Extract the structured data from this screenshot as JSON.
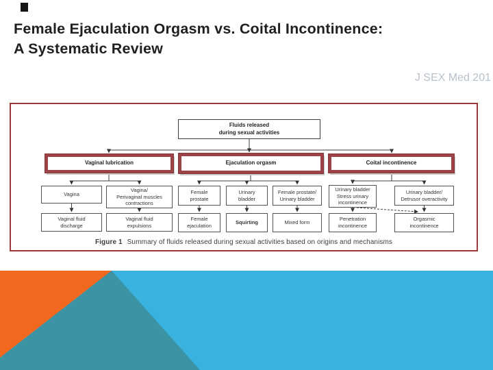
{
  "slide": {
    "title_line1": "Female Ejaculation Orgasm vs. Coital Incontinence:",
    "title_line2": "A Systematic Review",
    "citation": "J SEX Med 201"
  },
  "figure": {
    "caption_label": "Figure 1",
    "caption_text": "Summary of fluids released during sexual activities based on origins and mechanisms",
    "boxes": {
      "root": "Fluids released\nduring sexual activities",
      "cat_lubrication": "Vaginal lubrication",
      "cat_ejaculation": "Ejaculation orgasm",
      "cat_incontinence": "Coital incontinence",
      "vagina": "Vagina",
      "perivaginal": "Vagina/\nPerivaginal muscles\ncontractions",
      "female_prostate": "Female\nprostate",
      "urinary_bladder": "Urinary\nbladder",
      "prostate_bladder": "Female prostate/\nUrinary bladder",
      "stress_urinary": "Urinary bladder\nStress urinary\nincontinence",
      "detrusor": "Urinary bladder/\nDetrusor overactivity",
      "vaginal_discharge": "Vaginal fluid\ndischarge",
      "vaginal_expulsions": "Vaginal fluid\nexpulsions",
      "female_ejaculation": "Female\nejaculation",
      "squirting": "Squirting",
      "mixed_form": "Mixed form",
      "penetration": "Penetration\nincontinence",
      "orgasmic": "Orgasmic\nincontinence"
    }
  },
  "colors": {
    "figure_border": "#9a3a38",
    "box_maroon": "#9d4246",
    "citation_gray": "#b7c1ca",
    "deco_orange": "#f2681f",
    "deco_teal": "#3b93a3",
    "deco_lightblue": "#39b2df"
  }
}
